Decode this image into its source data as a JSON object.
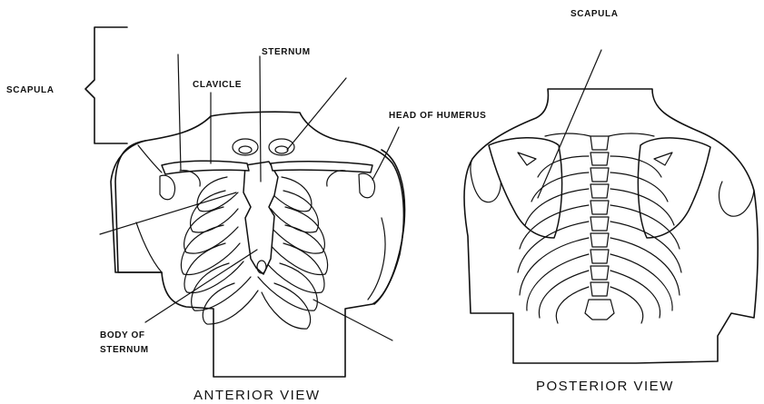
{
  "labels": {
    "scapula_left": "SCAPULA",
    "sternum": "STERNUM",
    "clavicle": "CLAVICLE",
    "head_of_humerus": "HEAD OF HUMERUS",
    "body_of_sternum_line1": "BODY OF",
    "body_of_sternum_line2": "STERNUM",
    "scapula_right": "SCAPULA"
  },
  "captions": {
    "anterior": "ANTERIOR VIEW",
    "posterior": "POSTERIOR VIEW"
  }
}
